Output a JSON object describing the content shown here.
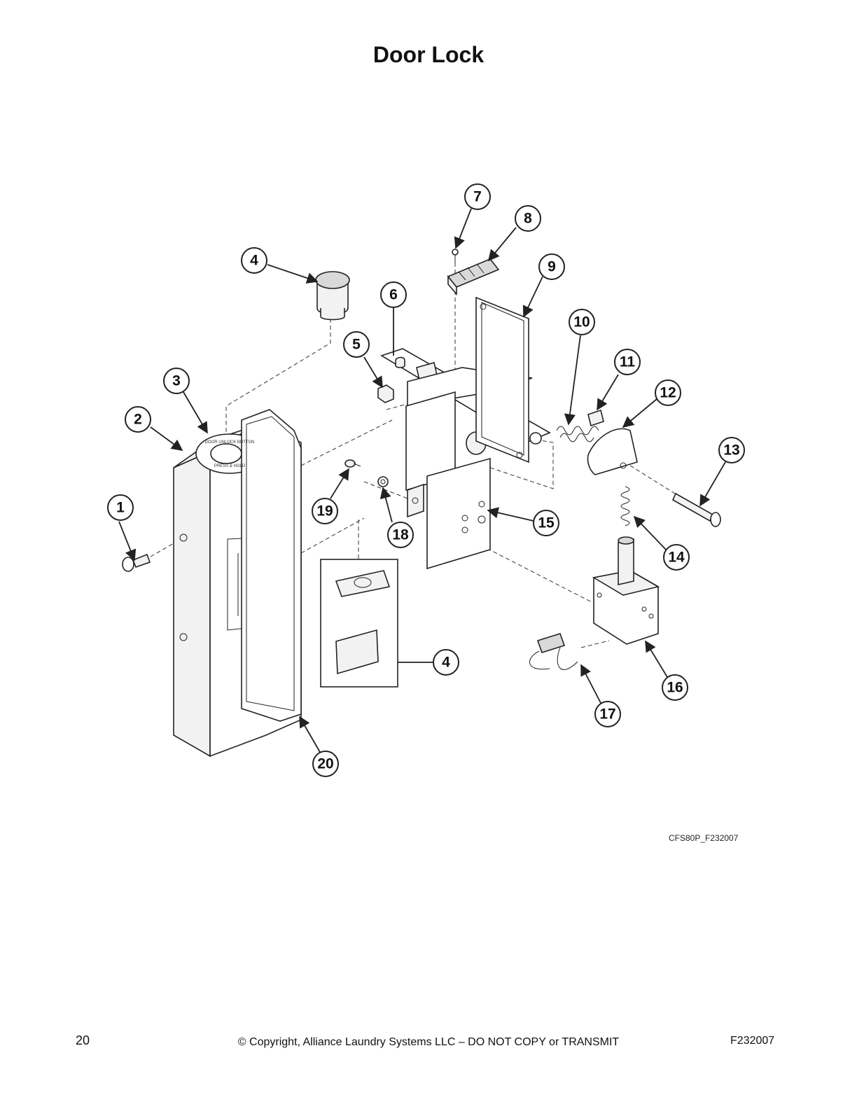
{
  "page": {
    "title": "Door Lock",
    "figure_id": "CFS80P_F232007",
    "page_number": "20",
    "copyright": "© Copyright, Alliance Laundry Systems LLC – DO NOT COPY or TRANSMIT",
    "doc_code": "F232007"
  },
  "label": {
    "button_line1": "DOOR UNLOCK BUTTON",
    "button_line2": "PRESS & HOLD"
  },
  "callouts": [
    "1",
    "2",
    "3",
    "4",
    "5",
    "6",
    "7",
    "8",
    "9",
    "10",
    "11",
    "12",
    "13",
    "14",
    "15",
    "16",
    "17",
    "18",
    "19",
    "20",
    "4"
  ]
}
